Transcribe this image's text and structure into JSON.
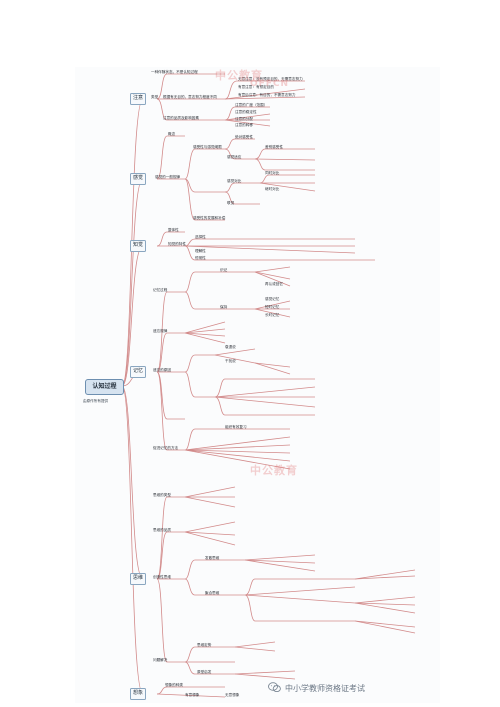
{
  "root": {
    "title": "认知过程",
    "subtitle": "由原作所有提供"
  },
  "branches": {
    "attention": "注意",
    "sensation": "感觉",
    "perception": "知觉",
    "memory": "记忆",
    "thinking": "思维",
    "imagination": "想象"
  },
  "attention_nodes": [
    "一种伴随状态，不是认知过程",
    "类型",
    "根据有无目的，意志努力程度不同",
    "无意注意：没有预定目的，无需意志努力",
    "有意注意：有预定目的",
    "有意后注意：有目的，不需意志努力",
    "注意的品质及影响因素",
    "注意的广度（范围）",
    "注意的稳定性",
    "注意的分配",
    "注意的转移"
  ],
  "sensation_nodes": [
    "概念",
    "感觉的一般规律",
    "感受性与感觉阈限",
    "感觉适应",
    "感觉对比",
    "联觉",
    "感受性的发展和补偿",
    "同时对比",
    "继时对比",
    "绝对感受性",
    "差别感受性"
  ],
  "perception_nodes": [
    "整体性",
    "选择性",
    "理解性",
    "恒常性",
    "知觉的特性"
  ],
  "memory_nodes": [
    "记忆过程",
    "识记",
    "保持",
    "再认或回忆",
    "感觉记忆",
    "短时记忆",
    "长时记忆",
    "遗忘规律",
    "遗忘的原因",
    "衰退说",
    "干扰说",
    "促进记忆的方法",
    "组织有效复习"
  ],
  "thinking_nodes": [
    "思维的类型",
    "思维的品质",
    "问题解决",
    "创造性思维",
    "发散思维",
    "聚合思维",
    "思维定势",
    "原型启发"
  ],
  "imagination_nodes": [
    "想象的种类",
    "有意想象",
    "无意想象"
  ],
  "watermarks": [
    "中公教育",
    "OFFCN"
  ],
  "footer": "中小学教师资格证考试",
  "colors": {
    "line": "#d28a8a",
    "box_border": "#8aa6c0",
    "root_fill": "#d6e3f0"
  }
}
